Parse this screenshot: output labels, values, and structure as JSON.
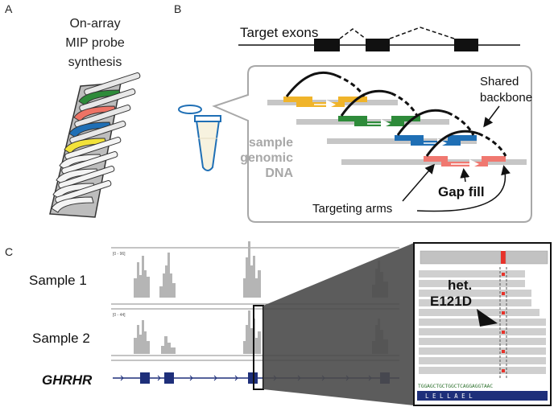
{
  "panel_a": {
    "letter": "A",
    "title_lines": [
      "On-array",
      "MIP probe",
      "synthesis"
    ]
  },
  "panel_b": {
    "letter": "B",
    "target_exons": "Target exons",
    "shared_backbone_lines": [
      "Shared",
      "backbone"
    ],
    "sample_dna_lines": [
      "sample",
      "genomic",
      "DNA"
    ],
    "gap_fill": "Gap fill",
    "targeting_arms": "Targeting arms"
  },
  "panel_c": {
    "letter": "C",
    "sample1": "Sample 1",
    "sample2": "Sample 2",
    "range1": "[0 - 96]",
    "range2": "[0 - 44]",
    "gene": "GHRHR",
    "variant_lines": [
      "het.",
      "E121D"
    ],
    "sequence": "TGGAGCTGCTGGCTCAGGAGGTAAC",
    "amino_acids": "L E L L A E L"
  },
  "colors": {
    "orange": "#f0b42a",
    "green": "#2e8b3a",
    "blue": "#1f6fb5",
    "red": "#f07870",
    "yellow": "#f2e23a",
    "navy": "#1e2f7a",
    "read_gray": "#c8c8c8",
    "label_gray": "#a8a8a8"
  }
}
